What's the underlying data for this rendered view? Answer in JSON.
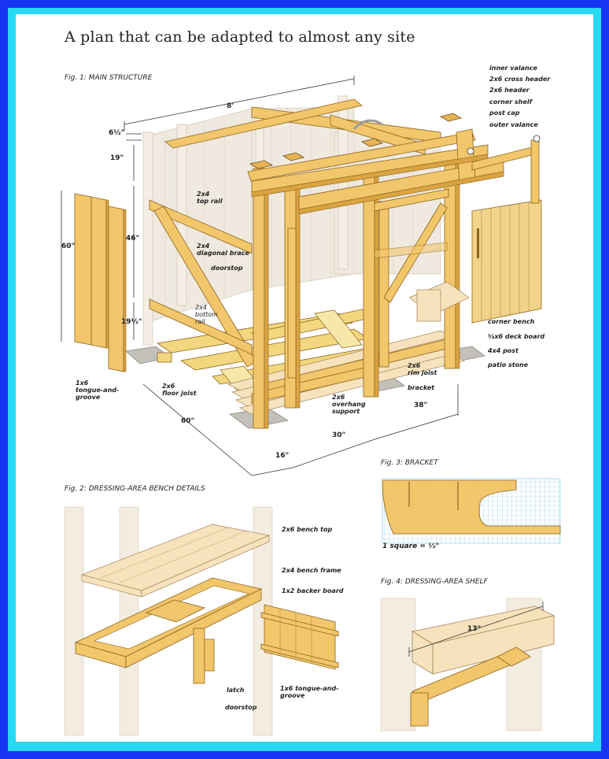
{
  "headline": "A plan that can be adapted to almost any site",
  "fig1": {
    "title": "Fig. 1: MAIN STRUCTURE",
    "callouts": {
      "inner_valance": "inner valance",
      "cross_header": "2x6 cross header",
      "header_2x6": "2x6 header",
      "corner_shelf": "corner shelf",
      "post_cap": "post cap",
      "outer_valance": "outer valance",
      "top_rail": [
        "2x4",
        "top rail"
      ],
      "diagonal_brace": [
        "2x4",
        "diagonal brace"
      ],
      "doorstop": "doorstop",
      "bottom_rail": [
        "2x4",
        "bottom",
        "rail"
      ],
      "corner_bench": "corner bench",
      "deck_board": "⁵⁄₄x6 deck board",
      "post_4x4": "4x4 post",
      "patio_stone": "patio stone",
      "rim_joist": [
        "2x6",
        "rim joist"
      ],
      "bracket": "bracket",
      "overhang_support": [
        "2x6",
        "overhang",
        "support"
      ],
      "floor_joist": [
        "2x6",
        "floor joist"
      ],
      "tongue_groove": [
        "1x6",
        "tongue-and-",
        "groove"
      ]
    },
    "dims": {
      "width": "8'",
      "d1": "6½\"",
      "d2": "19\"",
      "d3": "46\"",
      "d4": "19½\"",
      "d5": "60\"",
      "d6": "60\"",
      "d7": "16\"",
      "d8": "30\"",
      "d9": "38\""
    }
  },
  "fig2": {
    "title": "Fig. 2: DRESSING-AREA BENCH DETAILS",
    "callouts": {
      "bench_top": "2x6 bench top",
      "bench_frame": "2x4 bench frame",
      "backer_board": "1x2 backer board",
      "tongue_groove": [
        "1x6 tongue-and-",
        "groove"
      ],
      "latch": "latch",
      "doorstop": "doorstop"
    }
  },
  "fig3": {
    "title": "Fig. 3: BRACKET",
    "scale_note": "1 square = ½\""
  },
  "fig4": {
    "title": "Fig. 4: DRESSING-AREA SHELF",
    "dim": "13\""
  },
  "colors": {
    "wood": "#f2c66a",
    "wood_dark": "#d9a441",
    "wood_pale": "#f6e3bd",
    "ghost": "#ece6dc",
    "stone": "#bfbcb6",
    "grid": "#79c6e6",
    "frame_blue": "#1734f5",
    "frame_cyan": "#27d9f2"
  }
}
